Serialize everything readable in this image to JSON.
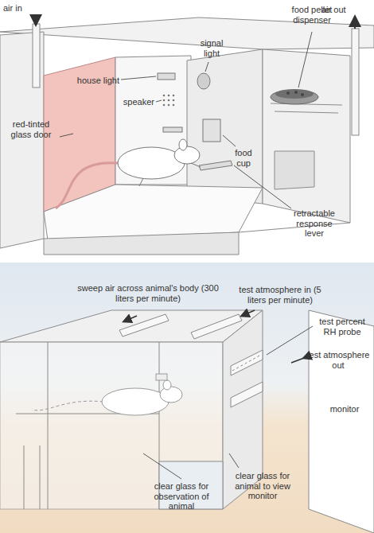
{
  "diagram": {
    "labels": [
      "air in",
      "house light",
      "signal light",
      "food pellet dispenser",
      "air out",
      "speaker",
      "red-tinted glass door",
      "food cup",
      "retractable response lever",
      "sweep air across animal's body (300 liters per minute)",
      "test atmosphere in (5 liters per minute)",
      "test percent RH probe",
      "test atmosphere out",
      "monitor",
      "clear glass for observation of animal",
      "clear glass for animal to view monitor"
    ]
  }
}
